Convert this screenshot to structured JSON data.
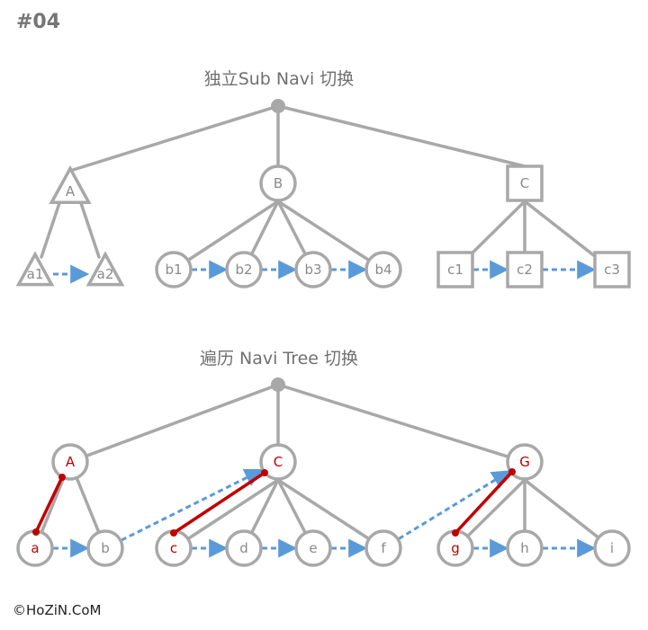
{
  "page_label": "#04",
  "copyright": "©HoZiN.CoM",
  "colors": {
    "tree_gray": "#a8a8a8",
    "label_gray": "#8a8a8a",
    "dashed_blue": "#5a9ad8",
    "highlight_red": "#c00000"
  },
  "top_diagram": {
    "title": "独立Sub Navi 切换",
    "nodes": [
      {
        "id": "A",
        "label": "A",
        "shape": "triangle"
      },
      {
        "id": "a1",
        "label": "a1",
        "shape": "triangle"
      },
      {
        "id": "a2",
        "label": "a2",
        "shape": "triangle"
      },
      {
        "id": "B",
        "label": "B",
        "shape": "circle"
      },
      {
        "id": "b1",
        "label": "b1",
        "shape": "circle"
      },
      {
        "id": "b2",
        "label": "b2",
        "shape": "circle"
      },
      {
        "id": "b3",
        "label": "b3",
        "shape": "circle"
      },
      {
        "id": "b4",
        "label": "b4",
        "shape": "circle"
      },
      {
        "id": "C",
        "label": "C",
        "shape": "square"
      },
      {
        "id": "c1",
        "label": "c1",
        "shape": "square"
      },
      {
        "id": "c2",
        "label": "c2",
        "shape": "square"
      },
      {
        "id": "c3",
        "label": "c3",
        "shape": "square"
      }
    ]
  },
  "bottom_diagram": {
    "title": "遍历 Navi Tree 切换",
    "nodes": [
      {
        "id": "A",
        "label": "A",
        "highlight": true
      },
      {
        "id": "a",
        "label": "a",
        "highlight": true
      },
      {
        "id": "b",
        "label": "b",
        "highlight": false
      },
      {
        "id": "C",
        "label": "C",
        "highlight": true
      },
      {
        "id": "c",
        "label": "c",
        "highlight": true
      },
      {
        "id": "d",
        "label": "d",
        "highlight": false
      },
      {
        "id": "e",
        "label": "e",
        "highlight": false
      },
      {
        "id": "f",
        "label": "f",
        "highlight": false
      },
      {
        "id": "G",
        "label": "G",
        "highlight": true
      },
      {
        "id": "g",
        "label": "g",
        "highlight": true
      },
      {
        "id": "h",
        "label": "h",
        "highlight": false
      },
      {
        "id": "i",
        "label": "i",
        "highlight": false
      }
    ]
  }
}
